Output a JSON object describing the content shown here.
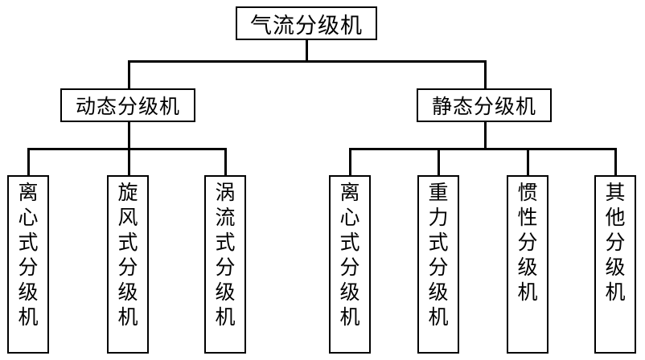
{
  "diagram": {
    "title": "气流分级机",
    "type": "hierarchy-tree",
    "root": {
      "label": "气流分级机",
      "orientation": "horizontal"
    },
    "branches": [
      {
        "label": "动态分级机",
        "orientation": "horizontal"
      },
      {
        "label": "静态分级机",
        "orientation": "horizontal"
      }
    ],
    "leaves": [
      {
        "label": "离心式分级机",
        "parent": "动态分级机",
        "chars": [
          "离",
          "心",
          "式",
          "分",
          "级",
          "机"
        ]
      },
      {
        "label": "旋风式分级机",
        "parent": "动态分级机",
        "chars": [
          "旋",
          "风",
          "式",
          "分",
          "级",
          "机"
        ]
      },
      {
        "label": "涡流式分级机",
        "parent": "动态分级机",
        "chars": [
          "涡",
          "流",
          "式",
          "分",
          "级",
          "机"
        ]
      },
      {
        "label": "离心式分级机",
        "parent": "静态分级机",
        "chars": [
          "离",
          "心",
          "式",
          "分",
          "级",
          "机"
        ]
      },
      {
        "label": "重力式分级机",
        "parent": "静态分级机",
        "chars": [
          "重",
          "力",
          "式",
          "分",
          "级",
          "机"
        ]
      },
      {
        "label": "惯性分级机",
        "parent": "静态分级机",
        "chars": [
          "惯",
          "性",
          "分",
          "级",
          "机"
        ]
      },
      {
        "label": "其他分级机",
        "parent": "静态分级机",
        "chars": [
          "其",
          "他",
          "分",
          "级",
          "机"
        ]
      }
    ],
    "colors": {
      "line": "#000000",
      "box_border": "#000000",
      "box_fill": "#ffffff",
      "text": "#000000",
      "background": "#ffffff"
    }
  }
}
